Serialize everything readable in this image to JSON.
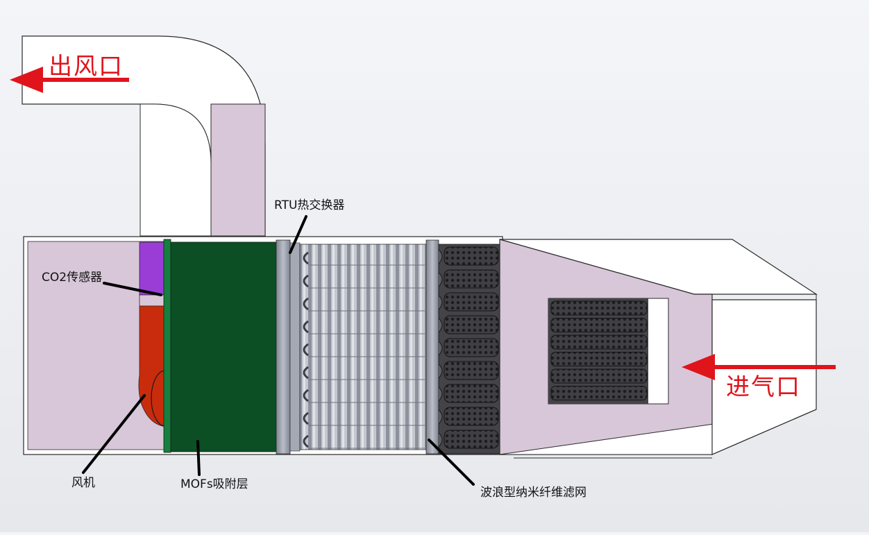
{
  "labels": {
    "outlet": "出风口",
    "inlet": "进气口",
    "co2_sensor": "CO2传感器",
    "fan": "风机",
    "mofs_layer": "MOFs吸附层",
    "rtu_heat_exchanger": "RTU热交换器",
    "wave_filter": "波浪型纳米纤维滤网"
  },
  "colors": {
    "arrow": "#e0141b",
    "housing": "#d8c7d8",
    "mofs": "#0c4f25",
    "co2_sensor": "#9a3dd6",
    "fan": "#c82c0c",
    "heat_exchanger": "#9aa0ac",
    "filter": "#4a4a50",
    "outline": "#2a2a2a"
  }
}
